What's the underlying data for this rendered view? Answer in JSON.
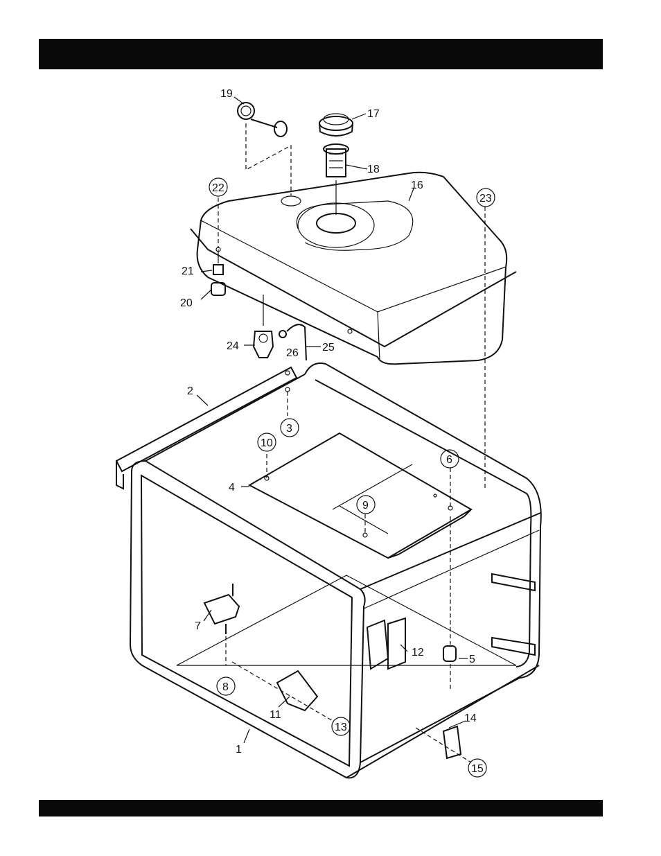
{
  "header_bar": {
    "color": "#0a0a0a"
  },
  "footer_bar": {
    "color": "#0a0a0a"
  },
  "callouts": {
    "c1": "1",
    "c2": "2",
    "c3": "3",
    "c4": "4",
    "c5": "5",
    "c6": "6",
    "c7": "7",
    "c8": "8",
    "c9": "9",
    "c10": "10",
    "c11": "11",
    "c12": "12",
    "c13": "13",
    "c14": "14",
    "c15": "15",
    "c16": "16",
    "c17": "17",
    "c18": "18",
    "c19": "19",
    "c20": "20",
    "c21": "21",
    "c22": "22",
    "c23": "23",
    "c24": "24",
    "c25": "25",
    "c26": "26"
  }
}
